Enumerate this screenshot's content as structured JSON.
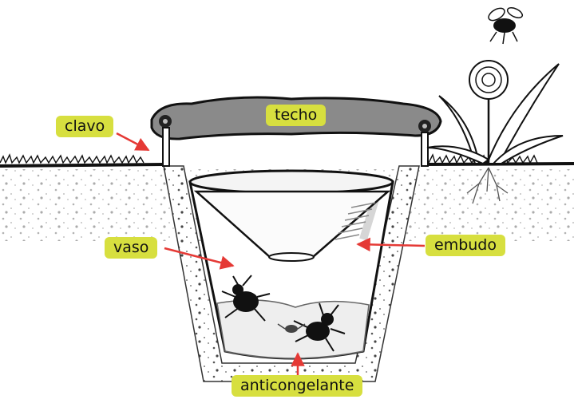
{
  "labels": {
    "techo": "techo",
    "clavo": "clavo",
    "embudo": "embudo",
    "vaso": "vaso",
    "anticongelante": "anticongelante"
  },
  "colors": {
    "label_bg": "#d7df3f",
    "arrow": "#e53935",
    "roof": "#8a8a8a",
    "ink": "#111111"
  },
  "icons": [
    "fly-icon",
    "dandelion-plant-icon",
    "beetle-icon",
    "spider-icon"
  ]
}
